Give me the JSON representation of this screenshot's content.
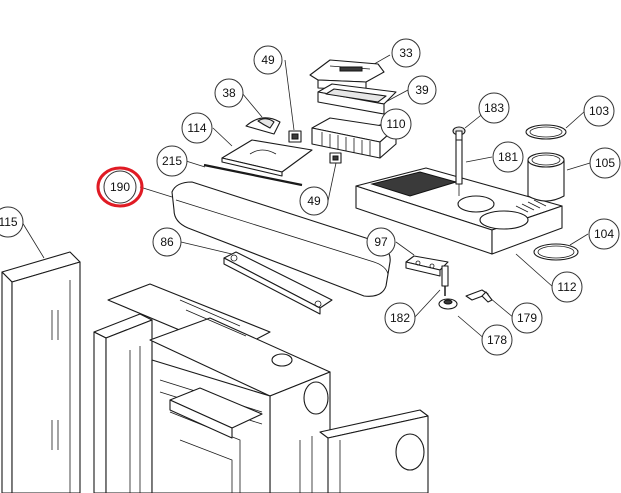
{
  "highlighted_part": "190",
  "highlight_color": "#e01b24",
  "callouts": [
    {
      "id": "c33",
      "label": "33"
    },
    {
      "id": "c49a",
      "label": "49"
    },
    {
      "id": "c38",
      "label": "38"
    },
    {
      "id": "c39",
      "label": "39"
    },
    {
      "id": "c183",
      "label": "183"
    },
    {
      "id": "c103",
      "label": "103"
    },
    {
      "id": "c114",
      "label": "114"
    },
    {
      "id": "c110",
      "label": "110"
    },
    {
      "id": "c215",
      "label": "215"
    },
    {
      "id": "c181",
      "label": "181"
    },
    {
      "id": "c105",
      "label": "105"
    },
    {
      "id": "c190",
      "label": "190"
    },
    {
      "id": "c49b",
      "label": "49"
    },
    {
      "id": "c115",
      "label": "115"
    },
    {
      "id": "c86",
      "label": "86"
    },
    {
      "id": "c97",
      "label": "97"
    },
    {
      "id": "c104",
      "label": "104"
    },
    {
      "id": "c112",
      "label": "112"
    },
    {
      "id": "c182",
      "label": "182"
    },
    {
      "id": "c179",
      "label": "179"
    },
    {
      "id": "c178",
      "label": "178"
    }
  ]
}
